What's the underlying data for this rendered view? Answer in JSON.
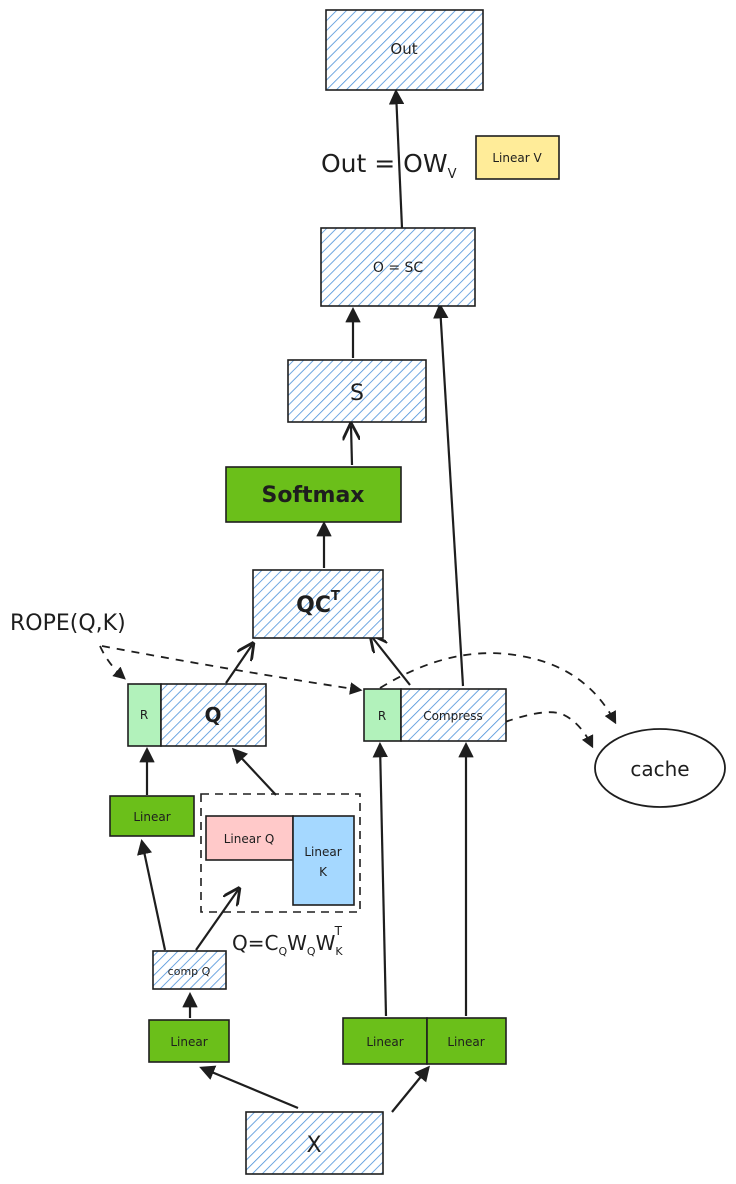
{
  "nodes": {
    "out": "Out",
    "out_eq": "Out = OW",
    "out_eq_sub": "V",
    "linear_v": "Linear V",
    "o_eq": "O = SC",
    "s": "S",
    "softmax": "Softmax",
    "qct": "QC",
    "qct_sup": "T",
    "rope": "ROPE(Q,K)",
    "r_left": "R",
    "q": "Q",
    "r_right": "R",
    "compress": "Compress",
    "cache": "cache",
    "linear_left_upper": "Linear",
    "linear_q": "Linear Q",
    "linear_k_1": "Linear",
    "linear_k_2": "K",
    "q_formula": "Q=C",
    "q_formula_sub1": "Q",
    "q_formula_w": "W",
    "q_formula_sub2": "Q",
    "q_formula_w2": "W",
    "q_formula_sub3": "K",
    "q_formula_sup": "T",
    "comp_q": "comp Q",
    "linear_left_lower": "Linear",
    "linear_right_1": "Linear",
    "linear_right_2": "Linear",
    "x": "X"
  },
  "colors": {
    "hatch_blue": "#4a90d9",
    "hatch_bg": "#ffffff",
    "green_dark": "#6bbf1a",
    "green_light": "#b2f2bb",
    "yellow": "#ffec99",
    "pink": "#ffc9c9",
    "light_blue": "#a5d8ff",
    "stroke": "#1e1e1e"
  }
}
